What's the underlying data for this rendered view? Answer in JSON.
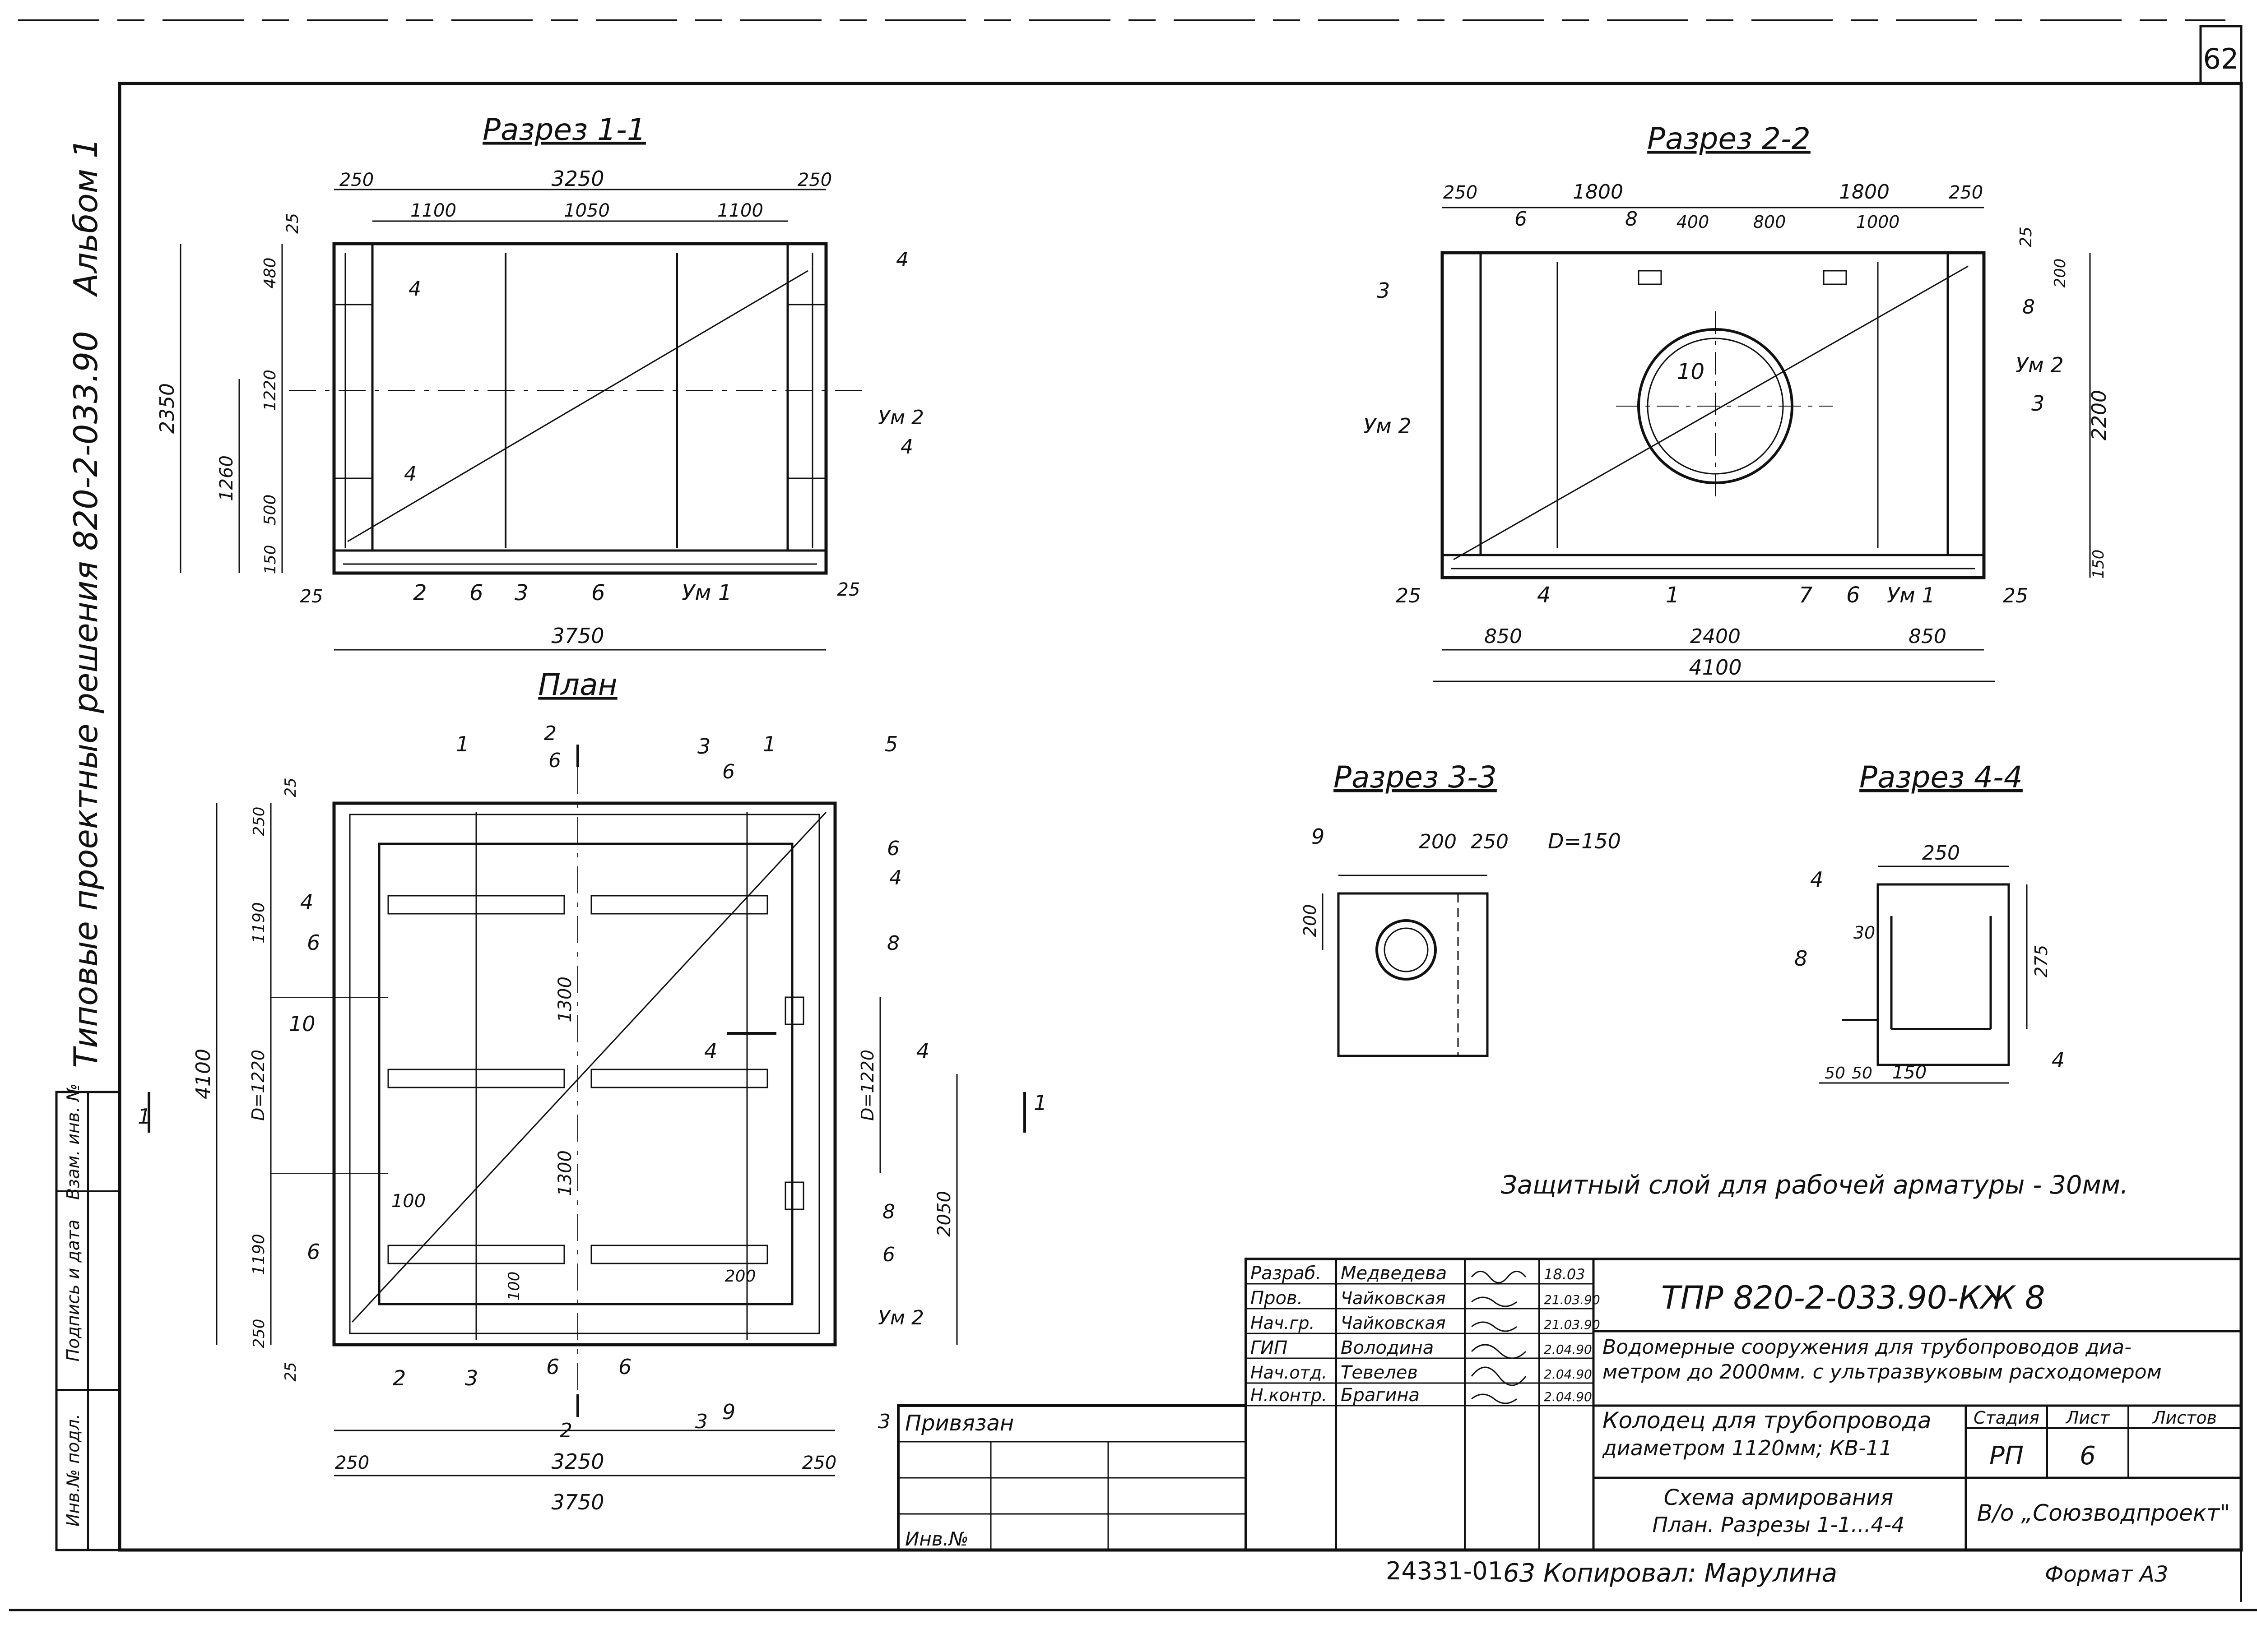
{
  "sheet": {
    "page_number": "62",
    "side_album": "Альбом 1",
    "side_title": "Типовые проектные решения 820-2-033.90"
  },
  "side_stamp": {
    "col1": "Инв.№ подл.",
    "col2": "Подпись и дата",
    "col3": "Взам. инв. №"
  },
  "section_1": {
    "title": "Разрез 1-1",
    "dims": {
      "total_top": "3250",
      "left_edge": "250",
      "right_edge": "250",
      "seg_a": "1100",
      "seg_b": "1050",
      "seg_c": "1100",
      "total_bottom": "3750",
      "height_total": "2350",
      "h_inner": "1260",
      "v_25": "25",
      "v_480": "480",
      "v_1220": "1220",
      "v_500": "500",
      "v_150": "150",
      "bl_25": "25",
      "br_25": "25"
    },
    "labels": {
      "l4a": "4",
      "l4b": "4",
      "l4c": "4",
      "l4d": "4",
      "um2": "Ум 2",
      "um1": "Ум 1",
      "b2": "2",
      "b6": "6",
      "b3": "3",
      "b6b": "6"
    }
  },
  "section_2": {
    "title": "Разрез 2-2",
    "dims": {
      "left_edge": "250",
      "right_edge": "250",
      "half_l": "1800",
      "half_r": "1800",
      "d400": "400",
      "d800": "800",
      "d1000": "1000",
      "v25": "25",
      "v200": "200",
      "v2200": "2200",
      "v150": "150",
      "b_left": "25",
      "b_right": "25",
      "w850l": "850",
      "w2400": "2400",
      "w850r": "850",
      "total": "4100"
    },
    "labels": {
      "l6": "6",
      "l8": "8",
      "l10": "10",
      "l3": "3",
      "l3b": "3",
      "l8b": "8",
      "um2l": "Ум 2",
      "um2r": "Ум 2",
      "l4": "4",
      "l1": "1",
      "l7": "7",
      "l6b": "6",
      "um1": "Ум 1"
    }
  },
  "plan": {
    "title": "План",
    "dims": {
      "total_h": "4100",
      "v25": "25",
      "v250": "250",
      "v1190a": "1190",
      "d1220": "D=1220",
      "v1190b": "1190",
      "v250b": "250",
      "v25b": "25",
      "c1300a": "1300",
      "c1300b": "1300",
      "r1220": "D=1220",
      "r2050": "2050",
      "d100": "100",
      "d100v": "100",
      "d200": "200",
      "w3250": "3250",
      "w250l": "250",
      "w250r": "250",
      "w3750": "3750"
    },
    "labels": {
      "l1": "1",
      "l6": "6",
      "l3": "3",
      "l6b": "6",
      "l1b": "1",
      "l5": "5",
      "l2": "2",
      "l4": "4",
      "l6c": "6",
      "l10": "10",
      "l6r": "6",
      "l4r": "4",
      "l8r": "8",
      "l4m": "4",
      "l4m2": "4",
      "l1l": "1",
      "l1r": "1",
      "l6l": "6",
      "l8r2": "8",
      "l6r2": "6",
      "um2": "Ум 2",
      "b2": "2",
      "b3": "3",
      "b6": "6",
      "b6b": "6",
      "b2s": "2",
      "b3s": "3",
      "b9": "9",
      "b3s2": "3"
    }
  },
  "section_3": {
    "title": "Разрез 3-3",
    "dims": {
      "d200": "200",
      "d250": "250",
      "dv200": "200",
      "dD": "D=150"
    },
    "labels": {
      "l9": "9"
    }
  },
  "section_4": {
    "title": "Разрез 4-4",
    "dims": {
      "d250": "250",
      "d30": "30",
      "d275": "275",
      "d50a": "50",
      "d50b": "50",
      "d150": "150"
    },
    "labels": {
      "l4": "4",
      "l8": "8",
      "l4b": "4"
    }
  },
  "note": "Защитный слой для рабочей арматуры - 30мм.",
  "title_block": {
    "roles": [
      "Разраб.",
      "Пров.",
      "Нач.гр.",
      "ГИП",
      "Нач.отд.",
      "Н.контр."
    ],
    "names": [
      "Медведева",
      "Чайковская",
      "Чайковская",
      "Володина",
      "Тевелев",
      "Брагина"
    ],
    "dates": [
      "18.03",
      "21.03.90",
      "21.03.90",
      "2.04.90",
      "2.04.90",
      "2.04.90"
    ],
    "doc_code": "ТПР 820-2-033.90-КЖ 8",
    "project_line1": "Водомерные сооружения для трубопроводов диа-",
    "project_line2": "метром до 2000мм. с ультразвуковым расходомером",
    "obj_line1": "Колодец для трубопровода",
    "obj_line2": "диаметром 1120мм; КВ-11",
    "sheet_line1": "Схема армирования",
    "sheet_line2": "План. Разрезы 1-1...4-4",
    "h_stage": "Стадия",
    "h_sheet": "Лист",
    "h_sheets": "Листов",
    "v_stage": "РП",
    "v_sheet": "6",
    "v_sheets": "",
    "org": "В/о „Союзводпроект\"",
    "privyazan": "Привязан",
    "inv": "Инв.№"
  },
  "footer": {
    "archive": "24331-01",
    "copied": "63 Копировал: Марулина",
    "format": "Формат А3"
  }
}
